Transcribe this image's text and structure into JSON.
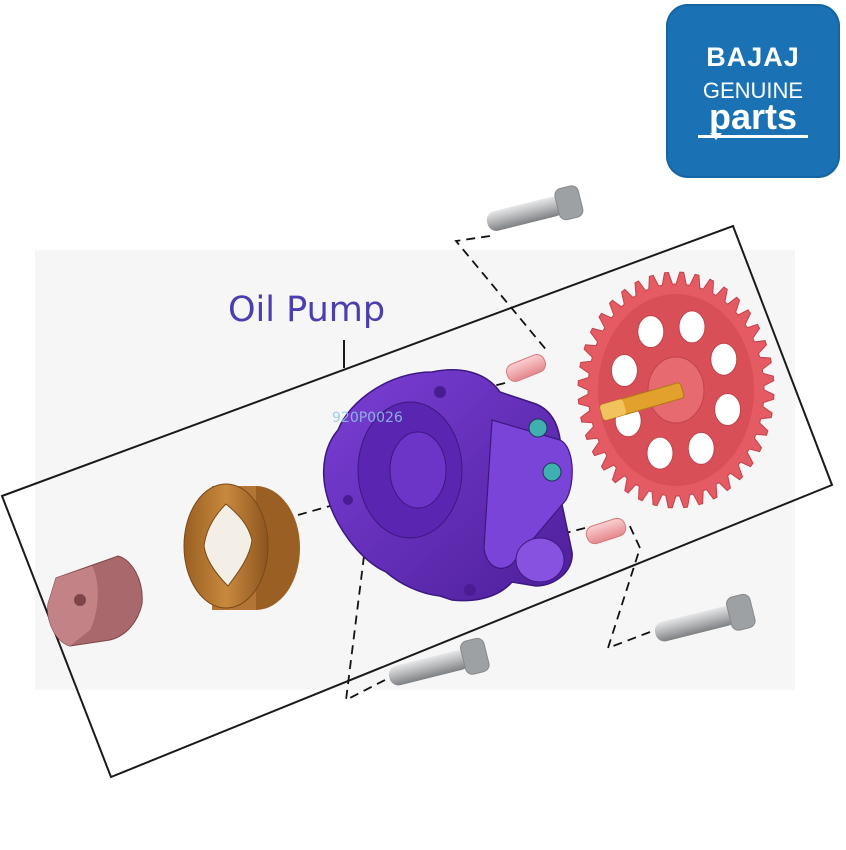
{
  "diagram": {
    "title": "Oil Pump",
    "watermark": "920P0026"
  },
  "logo": {
    "brand": "BAJAJ",
    "line2": "GENUINE",
    "line3": "parts",
    "background": "#1a72b5"
  },
  "colors": {
    "housing": "#6a2fc4",
    "gear": "#e45b63",
    "outer_rotor": "#b97a32",
    "inner_rotor": "#a9686c",
    "pin": "#f3a9ad",
    "bolt": "#a7a9ab",
    "shaft": "#e2a12c",
    "title": "#4b3fb0"
  }
}
